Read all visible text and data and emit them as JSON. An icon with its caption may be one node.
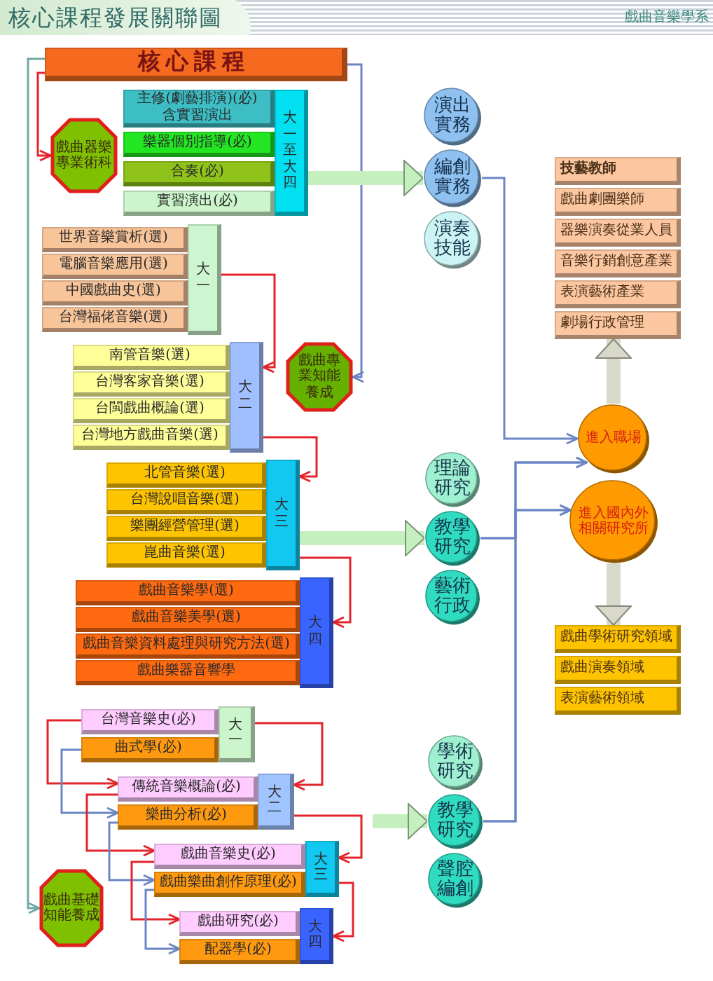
{
  "diagram": {
    "title": "核心課程發展關聯圖",
    "nodes": [
      {
        "text": [
          "核心課程"
        ]
      },
      {
        "text": [
          "主修(劇藝排演)(必)含實習演出"
        ]
      },
      {
        "text": [
          "樂器個別指導(必)"
        ]
      },
      {
        "text": [
          "合奏(必)"
        ]
      },
      {
        "text": [
          "實習演出(必)"
        ]
      },
      {
        "text": [
          "大一至大四"
        ]
      },
      {
        "text": [
          "戲曲器樂專業術科"
        ]
      },
      {
        "text": [
          "世界音樂賞析(選)"
        ]
      },
      {
        "text": [
          "電腦音樂應用(選)"
        ]
      },
      {
        "text": [
          "中國戲曲史(選)"
        ]
      },
      {
        "text": [
          "台灣福佬音樂(選)"
        ]
      },
      {
        "text": [
          "大一"
        ]
      },
      {
        "text": [
          "戲曲專業知能養成"
        ]
      },
      {
        "text": [
          "南管音樂(選)"
        ]
      },
      {
        "text": [
          "台灣客家音樂(選)"
        ]
      },
      {
        "text": [
          "台閩戲曲概論(選)"
        ]
      },
      {
        "text": [
          "台灣地方戲曲音樂(選)"
        ]
      },
      {
        "text": [
          "大二"
        ]
      },
      {
        "text": [
          "北管音樂(選)"
        ]
      },
      {
        "text": [
          "台灣說唱音樂(選)"
        ]
      },
      {
        "text": [
          "樂團經營管理(選)"
        ]
      },
      {
        "text": [
          "崑曲音樂(選)"
        ]
      },
      {
        "text": [
          "大三"
        ]
      },
      {
        "text": [
          "戲曲音樂學(選)"
        ]
      },
      {
        "text": [
          "戲曲音樂美學(選)"
        ]
      },
      {
        "text": [
          "戲曲音樂資料處理與研究方法(選)"
        ]
      },
      {
        "text": [
          "戲曲樂器音響學"
        ]
      },
      {
        "text": [
          "大四"
        ]
      },
      {
        "text": [
          "台灣音樂史(必)"
        ]
      },
      {
        "text": [
          "曲式學(必)"
        ]
      },
      {
        "text": [
          "大一"
        ]
      },
      {
        "text": [
          "傳統音樂概論(必)"
        ]
      },
      {
        "text": [
          "樂曲分析(必)"
        ]
      },
      {
        "text": [
          "大二"
        ]
      },
      {
        "text": [
          "戲曲音樂史(必)"
        ]
      },
      {
        "text": [
          "戲曲樂曲創作原理(必)"
        ]
      },
      {
        "text": [
          "大三"
        ]
      },
      {
        "text": [
          "戲曲研究(必)"
        ]
      },
      {
        "text": [
          "配器學(必)"
        ]
      },
      {
        "text": [
          "大四"
        ]
      },
      {
        "text": [
          "戲曲基礎知能養成"
        ]
      },
      {
        "text": [
          "演出實務"
        ]
      },
      {
        "text": [
          "編創實務"
        ]
      },
      {
        "text": [
          "演奏技能"
        ]
      },
      {
        "text": [
          "理論研究"
        ]
      },
      {
        "text": [
          "教學研究"
        ]
      },
      {
        "text": [
          "藝術行政"
        ]
      },
      {
        "text": [
          "學術研究"
        ]
      },
      {
        "text": [
          "教學研究"
        ]
      },
      {
        "text": [
          "聲腔編創"
        ]
      },
      {
        "text": [
          "進入職場"
        ]
      },
      {
        "text": [
          "進入國內外相關研究所"
        ]
      },
      {
        "text": [
          "技藝教師"
        ]
      },
      {
        "text": [
          "戲曲劇團樂師"
        ]
      },
      {
        "text": [
          "器樂演奏從業人員"
        ]
      },
      {
        "text": [
          "音樂行銷創意產業"
        ]
      },
      {
        "text": [
          "表演藝術產業"
        ]
      },
      {
        "text": [
          "劇場行政管理"
        ]
      },
      {
        "text": [
          "戲曲學術研究領域"
        ]
      },
      {
        "text": [
          "戲曲演奏領域"
        ]
      },
      {
        "text": [
          "表演藝術領域"
        ]
      }
    ],
    "edges": [
      {
        "from": 0,
        "to": 6,
        "arrow": "to"
      },
      {
        "from": 0,
        "to": 40,
        "arrow": "to",
        "color": "#6fa9a2"
      },
      {
        "from": 0,
        "to": 12,
        "arrow": "to",
        "color": "#6b86c6"
      },
      {
        "from": 11,
        "to": 17,
        "arrow": "to"
      },
      {
        "from": 17,
        "to": 22,
        "arrow": "to"
      },
      {
        "from": 22,
        "to": 27,
        "arrow": "to"
      },
      {
        "from": 5,
        "to": 42,
        "arrow": "to",
        "style": "thick",
        "color": "#c6efc0"
      },
      {
        "from": 22,
        "to": 45,
        "arrow": "to",
        "style": "thick",
        "color": "#c6efc0"
      },
      {
        "from": null,
        "to": 48,
        "arrow": "to",
        "style": "thick",
        "color": "#c6efc0"
      },
      {
        "from": 42,
        "to": 50,
        "arrow": "to",
        "color": "#6b86c6"
      },
      {
        "from": 45,
        "to": 50,
        "arrow": "to",
        "color": "#6b86c6"
      },
      {
        "from": 45,
        "to": 51,
        "arrow": "to",
        "color": "#6b86c6"
      },
      {
        "from": 48,
        "to": 50,
        "arrow": "to",
        "color": "#6b86c6"
      },
      {
        "from": 48,
        "to": 51,
        "arrow": "to",
        "color": "#6b86c6"
      },
      {
        "from": 50,
        "to": 57,
        "arrow": "to",
        "style": "thick",
        "color": "#d9d9c9"
      },
      {
        "from": 51,
        "to": 58,
        "arrow": "to",
        "style": "thick",
        "color": "#d9d9c9"
      },
      {
        "from": 28,
        "to": 31,
        "arrow": "to"
      },
      {
        "from": 29,
        "to": 32,
        "arrow": "to",
        "color": "#6b86c6"
      },
      {
        "from": 30,
        "to": 33,
        "arrow": "to"
      },
      {
        "from": 31,
        "to": 34,
        "arrow": "to"
      },
      {
        "from": 32,
        "to": 35,
        "arrow": "to",
        "color": "#6b86c6"
      },
      {
        "from": 33,
        "to": 36,
        "arrow": "to"
      },
      {
        "from": 34,
        "to": 37,
        "arrow": "to"
      },
      {
        "from": 35,
        "to": 38,
        "arrow": "to",
        "color": "#6b86c6"
      },
      {
        "from": 36,
        "to": 39,
        "arrow": "to"
      }
    ],
    "labels": [
      "戲曲音樂學系"
    ]
  }
}
